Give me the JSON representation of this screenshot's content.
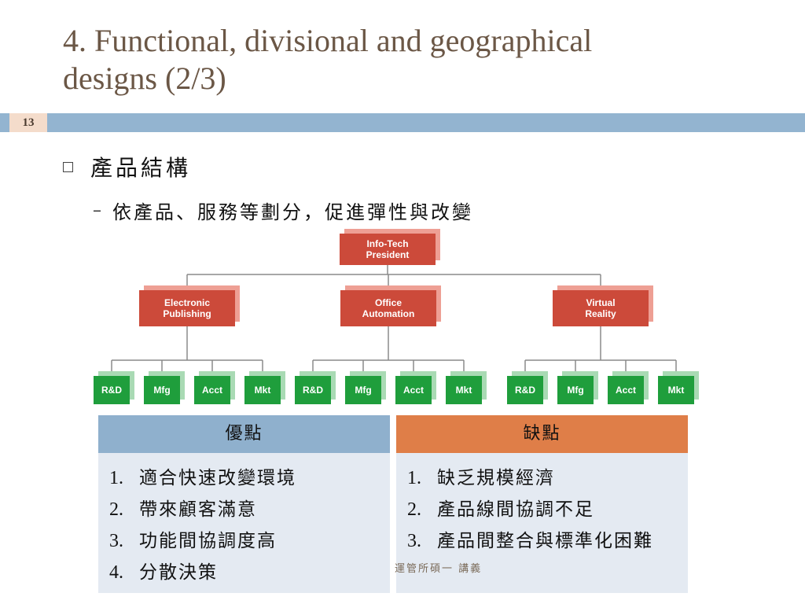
{
  "title": {
    "line1": "4. Functional, divisional and geographical",
    "line2": "designs (2/3)"
  },
  "slide_number": "13",
  "bullet": {
    "text": "產品結構",
    "sub_text": "依產品、服務等劃分，促進彈性與改變"
  },
  "org_chart": {
    "root": [
      "Info-Tech",
      "President"
    ],
    "divisions": [
      {
        "label": [
          "Electronic",
          "Publishing"
        ],
        "units": [
          "R&D",
          "Mfg",
          "Acct",
          "Mkt"
        ]
      },
      {
        "label": [
          "Office",
          "Automation"
        ],
        "units": [
          "R&D",
          "Mfg",
          "Acct",
          "Mkt"
        ]
      },
      {
        "label": [
          "Virtual",
          "Reality"
        ],
        "units": [
          "R&D",
          "Mfg",
          "Acct",
          "Mkt"
        ]
      }
    ],
    "colors": {
      "exec": "#cc4a3a",
      "exec_shadow": "#ee9f94",
      "unit": "#1f9e3c",
      "unit_shadow": "#a9dab4",
      "line": "#8a8a8a"
    }
  },
  "pros": {
    "header": "優點",
    "items": [
      {
        "num": "1.",
        "text": "適合快速改變環境"
      },
      {
        "num": "2.",
        "text": "帶來顧客滿意"
      },
      {
        "num": "3.",
        "text": "功能間協調度高"
      },
      {
        "num": "4.",
        "text": "分散決策"
      }
    ]
  },
  "cons": {
    "header": "缺點",
    "items": [
      {
        "num": "1.",
        "text": "缺乏規模經濟"
      },
      {
        "num": "2.",
        "text": "產品線間協調不足"
      },
      {
        "num": "3.",
        "text": "產品間整合與標準化困難"
      }
    ]
  },
  "footer": "運管所碩一 講義"
}
